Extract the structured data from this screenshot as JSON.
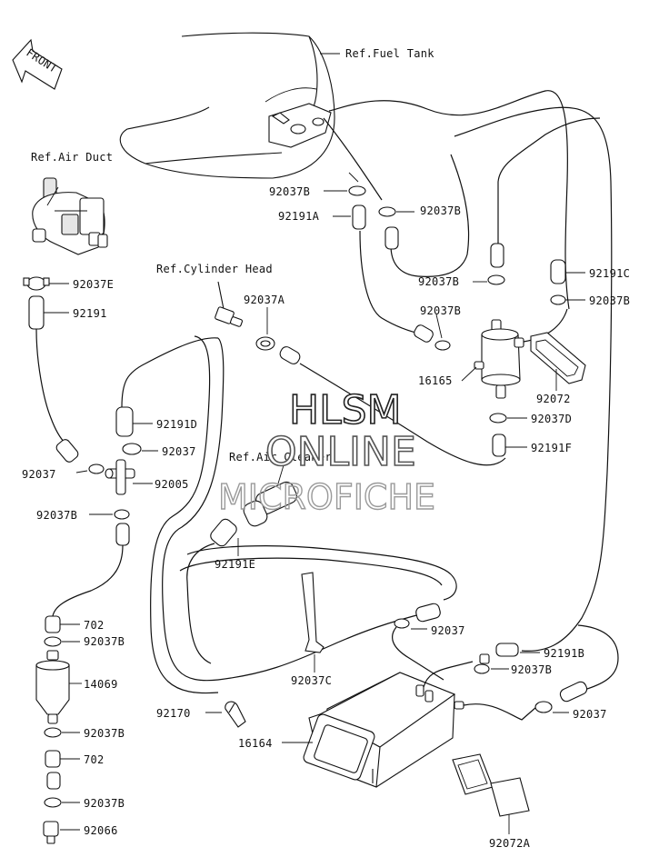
{
  "front_label": "FRONT",
  "references": {
    "fuel_tank": "Ref.Fuel Tank",
    "air_duct": "Ref.Air Duct",
    "cylinder_head": "Ref.Cylinder Head",
    "air_cleaner": "Ref.Air Cleaner"
  },
  "watermark": {
    "line1": "HLSM",
    "line2": "ONLINE",
    "line3": "MICROFICHE"
  },
  "parts": [
    {
      "id": "p1",
      "label": "92037B"
    },
    {
      "id": "p2",
      "label": "92037B"
    },
    {
      "id": "p3",
      "label": "92191A"
    },
    {
      "id": "p4",
      "label": "92037E"
    },
    {
      "id": "p5",
      "label": "92191"
    },
    {
      "id": "p6",
      "label": "92037B"
    },
    {
      "id": "p7",
      "label": "92191C"
    },
    {
      "id": "p8",
      "label": "92037B"
    },
    {
      "id": "p9",
      "label": "92037A"
    },
    {
      "id": "p10",
      "label": "92037B"
    },
    {
      "id": "p11",
      "label": "16165"
    },
    {
      "id": "p12",
      "label": "92072"
    },
    {
      "id": "p13",
      "label": "92037D"
    },
    {
      "id": "p14",
      "label": "92191D"
    },
    {
      "id": "p15",
      "label": "92037"
    },
    {
      "id": "p16",
      "label": "92191F"
    },
    {
      "id": "p17",
      "label": "92037"
    },
    {
      "id": "p18",
      "label": "92005"
    },
    {
      "id": "p19",
      "label": "92037B"
    },
    {
      "id": "p20",
      "label": "92191E"
    },
    {
      "id": "p21",
      "label": "702"
    },
    {
      "id": "p22",
      "label": "92037B"
    },
    {
      "id": "p23",
      "label": "92037"
    },
    {
      "id": "p24",
      "label": "14069"
    },
    {
      "id": "p25",
      "label": "92191B"
    },
    {
      "id": "p26",
      "label": "92037C"
    },
    {
      "id": "p27",
      "label": "92037B"
    },
    {
      "id": "p28",
      "label": "92170"
    },
    {
      "id": "p29",
      "label": "92037"
    },
    {
      "id": "p30",
      "label": "92037B"
    },
    {
      "id": "p31",
      "label": "16164"
    },
    {
      "id": "p32",
      "label": "702"
    },
    {
      "id": "p33",
      "label": "92037B"
    },
    {
      "id": "p34",
      "label": "92066"
    },
    {
      "id": "p35",
      "label": "92072A"
    }
  ]
}
